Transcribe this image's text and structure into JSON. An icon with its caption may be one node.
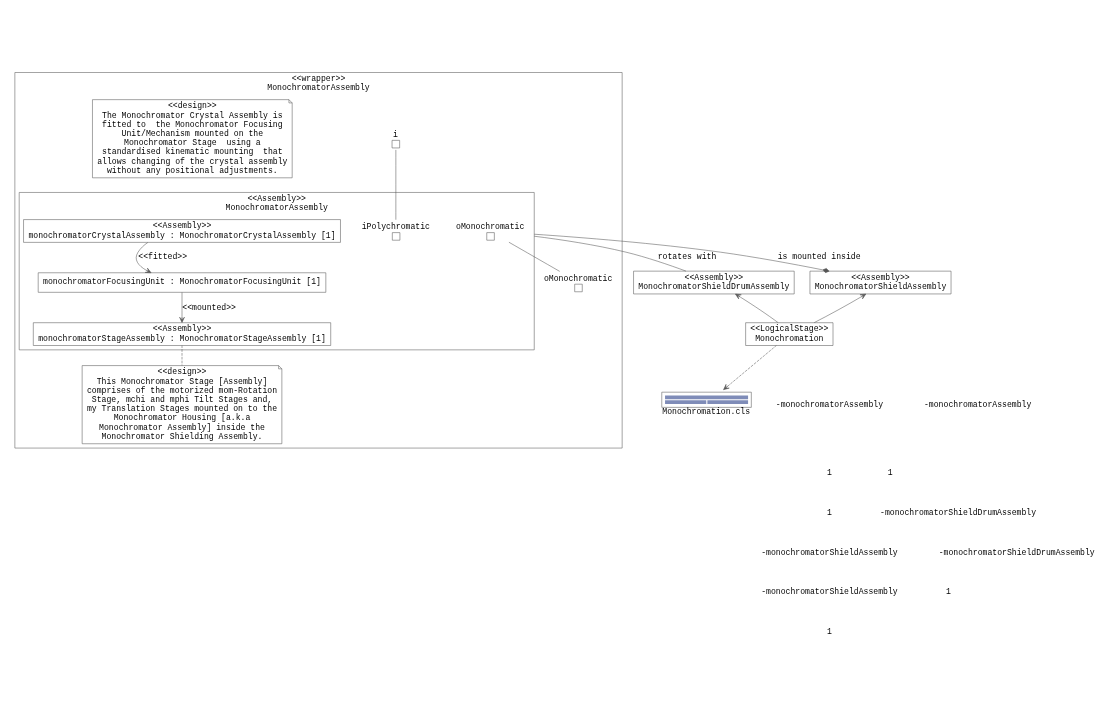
{
  "diagram": {
    "nodes": [
      {
        "text": [
          "<<wrapper>>",
          "MonochromatorAssembly"
        ]
      },
      {
        "text": [
          "<<Assembly>>",
          "MonochromatorAssembly"
        ],
        "in": 0
      },
      {
        "text": [
          "<<Assembly>>",
          "monochromatorCrystalAssembly : MonochromatorCrystalAssembly [1]"
        ],
        "in": 1
      },
      {
        "text": [
          "monochromatorFocusingUnit : MonochromatorFocusingUnit [1]"
        ],
        "in": 1
      },
      {
        "text": [
          "<<Assembly>>",
          "monochromatorStageAssembly : MonochromatorStageAssembly [1]"
        ],
        "in": 1
      },
      {
        "text": [],
        "shape": "box",
        "beside": [
          "i"
        ],
        "in": 0
      },
      {
        "text": [],
        "shape": "box",
        "beside": [
          "iPolychromatic"
        ],
        "in": 1
      },
      {
        "text": [],
        "shape": "box",
        "beside": [
          "oMonochromatic"
        ],
        "in": 1
      },
      {
        "text": [],
        "shape": "box",
        "beside": [
          "oMonochromatic"
        ],
        "in": 0
      },
      {
        "text": [
          "<<design>>",
          "The Monochromator Crystal Assembly is fitted to  the Monochromator Focusing Unit/Mechanism mounted on the Monochromator Stage  using a standardised kinematic mounting  that allows changing of the crystal assembly without any positional adjustments."
        ],
        "in": 0
      },
      {
        "text": [
          "<<design>>",
          "This Monochromator Stage [Assembly] comprises of the motorized mom-Rotation Stage, mchi and mphi Tilt Stages and,  my Translation Stages mounted on to the Monochromator Housing [a.k.a Monochromator Assembly] inside the Monochromator Shielding Assembly."
        ],
        "in": 0
      },
      {
        "text": [
          "<<Assembly>>",
          "MonochromatorShieldDrumAssembly"
        ]
      },
      {
        "text": [
          "<<Assembly>>",
          "MonochromatorShieldAssembly"
        ]
      },
      {
        "text": [
          "<<LogicalStage>>",
          "Monochromation"
        ]
      },
      {
        "text": [],
        "shape": "picture",
        "beside": [
          "Monochromation.cls"
        ]
      }
    ],
    "edges": [
      {
        "from": 5,
        "to": 6,
        "arrow": "none"
      },
      {
        "from": 7,
        "to": 8,
        "arrow": "none"
      },
      {
        "from": 2,
        "to": 3,
        "arrow": "to",
        "label": "<<fitted>>"
      },
      {
        "from": 3,
        "to": 4,
        "arrow": "to",
        "label": "<<mounted>>"
      },
      {
        "from": 4,
        "to": 10,
        "arrow": "none",
        "style": "dashed"
      },
      {
        "from": 1,
        "to": 11,
        "arrow": "none",
        "label": "rotates with"
      },
      {
        "from": 1,
        "to": 12,
        "arrow": "other",
        "label": "is mounted inside"
      },
      {
        "from": 13,
        "to": 11,
        "arrow": "to"
      },
      {
        "from": 13,
        "to": 12,
        "arrow": "to"
      },
      {
        "from": 13,
        "to": 14,
        "arrow": "to",
        "style": "dashed"
      }
    ],
    "labels": [
      "-monochromatorAssembly",
      "-monochromatorAssembly",
      "1",
      "1",
      "1",
      "-monochromatorShieldDrumAssembly",
      "-monochromatorShieldAssembly",
      "-monochromatorShieldDrumAssembly",
      "-monochromatorShieldAssembly",
      "1",
      "1"
    ]
  }
}
